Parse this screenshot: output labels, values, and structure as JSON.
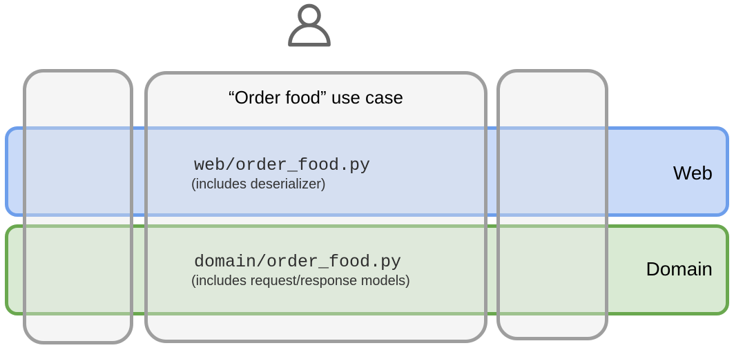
{
  "diagram": {
    "actor_icon": "person-icon",
    "use_case": {
      "title": "“Order food” use case"
    },
    "layers": [
      {
        "name": "Web",
        "file": "web/order_food.py",
        "note": "(includes deserializer)",
        "fill_color": "#c9daf8",
        "border_color": "#6d9eeb"
      },
      {
        "name": "Domain",
        "file": "domain/order_food.py",
        "note": "(includes request/response models)",
        "fill_color": "#d9ead3",
        "border_color": "#6aa84f"
      }
    ],
    "colors": {
      "box_border": "#9e9e9e",
      "box_fill": "#f3f3f3",
      "actor": "#666666"
    }
  }
}
